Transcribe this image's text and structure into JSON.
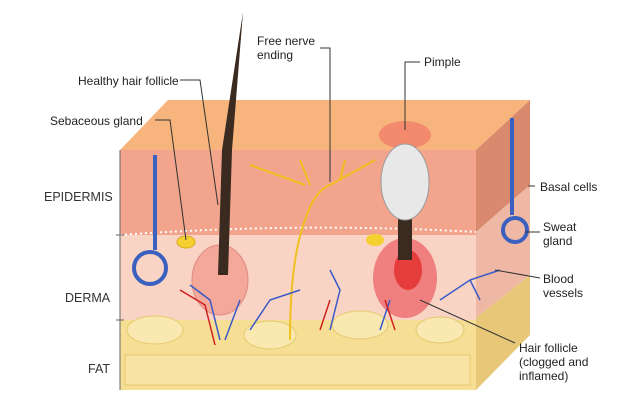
{
  "labels": {
    "healthy_hair_follicle": "Healthy hair follicle",
    "free_nerve_ending_1": "Free nerve",
    "free_nerve_ending_2": "ending",
    "pimple": "Pimple",
    "sebaceous_gland": "Sebaceous gland",
    "basal_cells": "Basal cells",
    "sweat_gland_1": "Sweat",
    "sweat_gland_2": "gland",
    "blood_vessels_1": "Blood",
    "blood_vessels_2": "vessels",
    "clogged_1": "Hair follicle",
    "clogged_2": "(clogged and",
    "clogged_3": "inflamed)"
  },
  "layers": {
    "epidermis": "EPIDERMIS",
    "derma": "DERMA",
    "fat": "FAT"
  },
  "colors": {
    "epidermis": "#f2a48c",
    "derma": "#f9d4c4",
    "fat": "#f6de94",
    "top": "#f7b47c"
  }
}
